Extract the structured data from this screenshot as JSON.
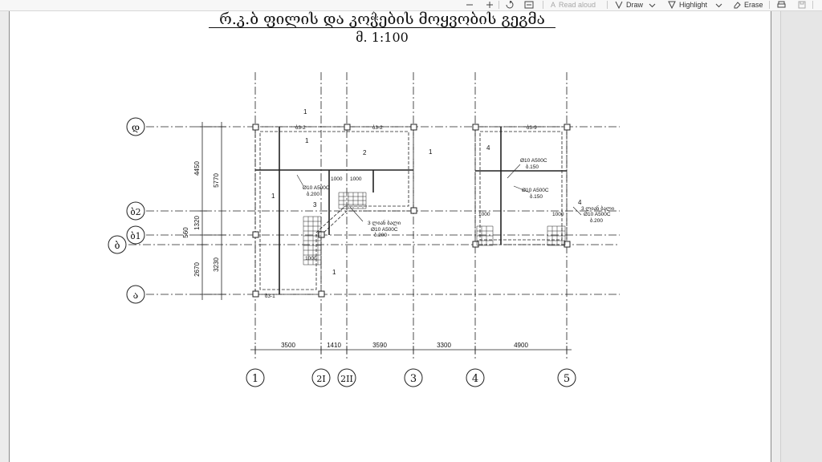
{
  "toolbar": {
    "read_aloud_label": "Read aloud",
    "draw_label": "Draw",
    "highlight_label": "Highlight",
    "erase_label": "Erase"
  },
  "drawing": {
    "title": "რ.კ.ბ ფილის და კოჭების მოყვობის გეგმა",
    "scale": "მ. 1:100",
    "axes_vertical": [
      "1",
      "2I",
      "2II",
      "3",
      "4",
      "5"
    ],
    "axes_horizontal": [
      "დ",
      "ბ2",
      "ბ1",
      "ბ",
      "ა"
    ],
    "bottom_dims": [
      "3500",
      "1410",
      "3590",
      "3300",
      "4900"
    ],
    "left_dims_outer": [
      "5770",
      "3230"
    ],
    "left_dims_inner": [
      "4450",
      "1320",
      "2670",
      "560"
    ],
    "rebar_notes": [
      {
        "line1": "Ø10 A500C",
        "line2": "ბ.200"
      },
      {
        "line1": "Ø10 A500C",
        "line2": "ბ.200"
      },
      {
        "line1": "Ø10 A500C",
        "line2": "ბ.150"
      },
      {
        "line1": "Ø10 A500C",
        "line2": "ბ.150"
      },
      {
        "line1": "Ø10 A500C",
        "line2": "ბ.200"
      }
    ],
    "stair_notes": [
      "3 ლიან ბალი",
      "3 ლიან ბალი"
    ],
    "dim_1000": "1000",
    "beam_label_1": "ბ3-2",
    "beam_label_2": "ბ3-9",
    "beam_label_3": "ბ3-1",
    "section_marks": [
      "1",
      "2",
      "3",
      "4"
    ]
  }
}
